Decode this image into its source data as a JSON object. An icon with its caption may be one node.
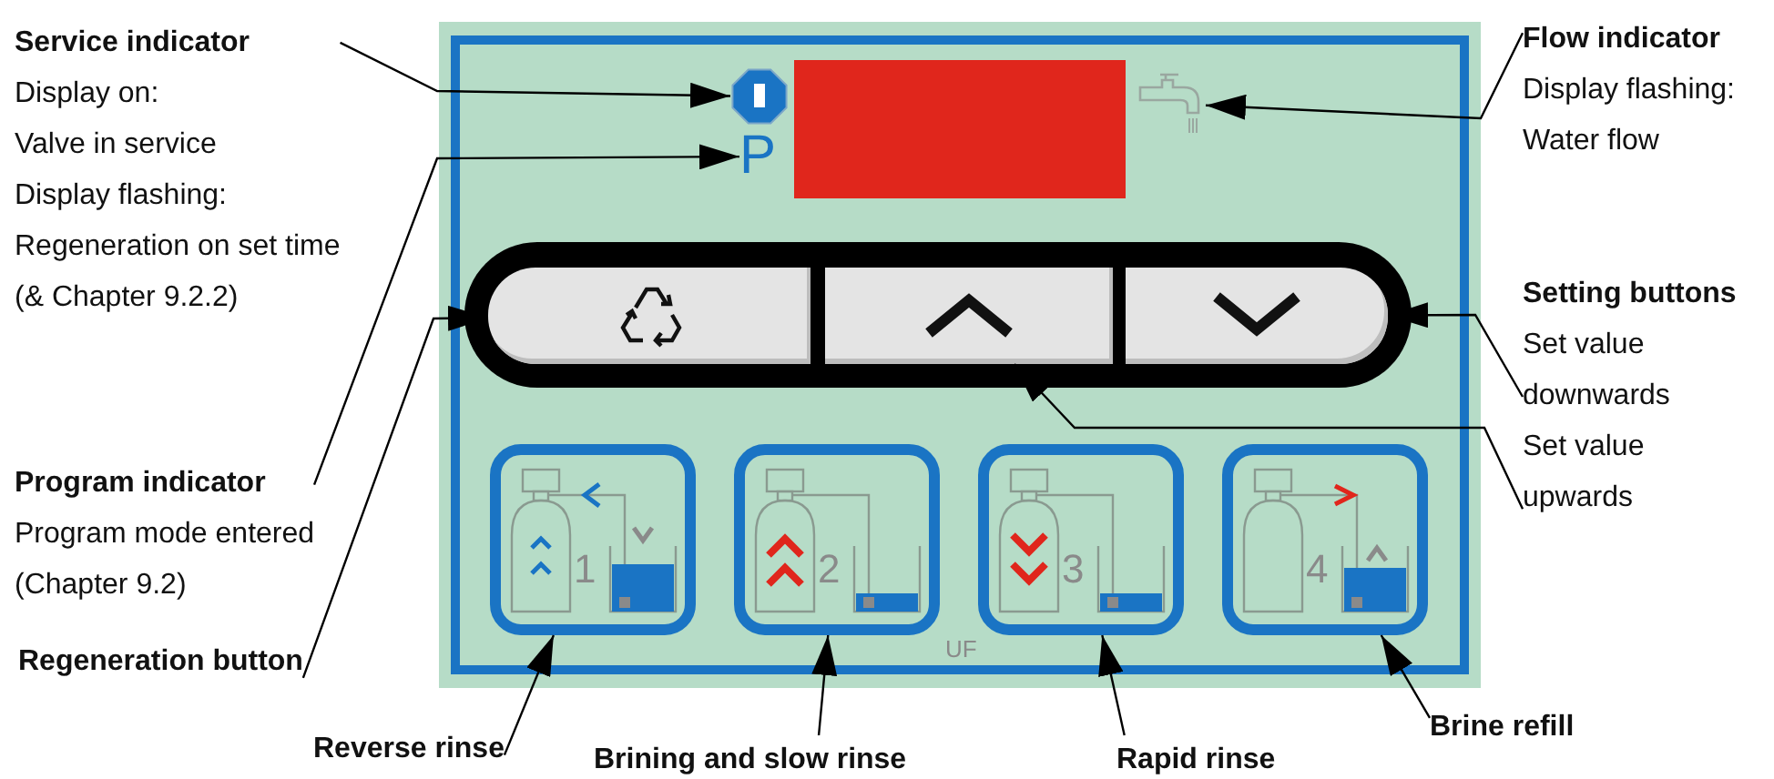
{
  "diagram": {
    "nodes": [
      {
        "text": [
          "Service indicator",
          "Display on:",
          "Valve in service",
          "Display flashing:",
          "Regeneration on set time",
          "(& Chapter 9.2.2)"
        ]
      },
      {
        "text": [],
        "shape": "box"
      },
      {
        "text": [],
        "shape": "octagon",
        "in": 1
      },
      {
        "text": [
          "P"
        ],
        "in": 1
      },
      {
        "text": [],
        "shape": "box",
        "in": 1
      },
      {
        "text": [],
        "shape": "picture",
        "in": 1
      },
      {
        "text": [
          "Flow indicator",
          "Display flashing:",
          "Water flow"
        ]
      },
      {
        "text": [],
        "shape": "bar",
        "in": 1
      },
      {
        "text": [],
        "shape": "box",
        "in": 7
      },
      {
        "text": [],
        "shape": "box",
        "in": 7
      },
      {
        "text": [],
        "shape": "box",
        "in": 7
      },
      {
        "text": [
          "Setting buttons",
          "Set value downwards",
          "Set value upwards"
        ]
      },
      {
        "text": [
          "Program indicator",
          "Program mode entered",
          "(Chapter 9.2)"
        ]
      },
      {
        "text": [
          "Regeneration button"
        ]
      },
      {
        "text": [
          "1"
        ],
        "in": 1
      },
      {
        "text": [
          "2"
        ],
        "in": 1
      },
      {
        "text": [
          "3"
        ],
        "in": 1
      },
      {
        "text": [
          "4"
        ],
        "in": 1
      },
      {
        "text": [
          "Reverse rinse"
        ]
      },
      {
        "text": [
          "Brining and slow rinse"
        ]
      },
      {
        "text": [
          "Rapid rinse"
        ]
      },
      {
        "text": [
          "Brine refill"
        ]
      }
    ],
    "edges": [
      {
        "from": 0,
        "to": 2,
        "arrow": "to"
      },
      {
        "from": 12,
        "to": 3,
        "arrow": "to"
      },
      {
        "from": 6,
        "to": 5,
        "arrow": "to"
      },
      {
        "from": 13,
        "to": 8,
        "arrow": "to"
      },
      {
        "from": 11,
        "to": 10,
        "arrow": "to"
      },
      {
        "from": 11,
        "to": 9,
        "arrow": "to"
      },
      {
        "from": 18,
        "to": 14,
        "arrow": "to"
      },
      {
        "from": 19,
        "to": 15,
        "arrow": "to"
      },
      {
        "from": 20,
        "to": 16,
        "arrow": "to"
      },
      {
        "from": 21,
        "to": 17,
        "arrow": "to"
      }
    ],
    "labels": [
      "UF"
    ]
  }
}
